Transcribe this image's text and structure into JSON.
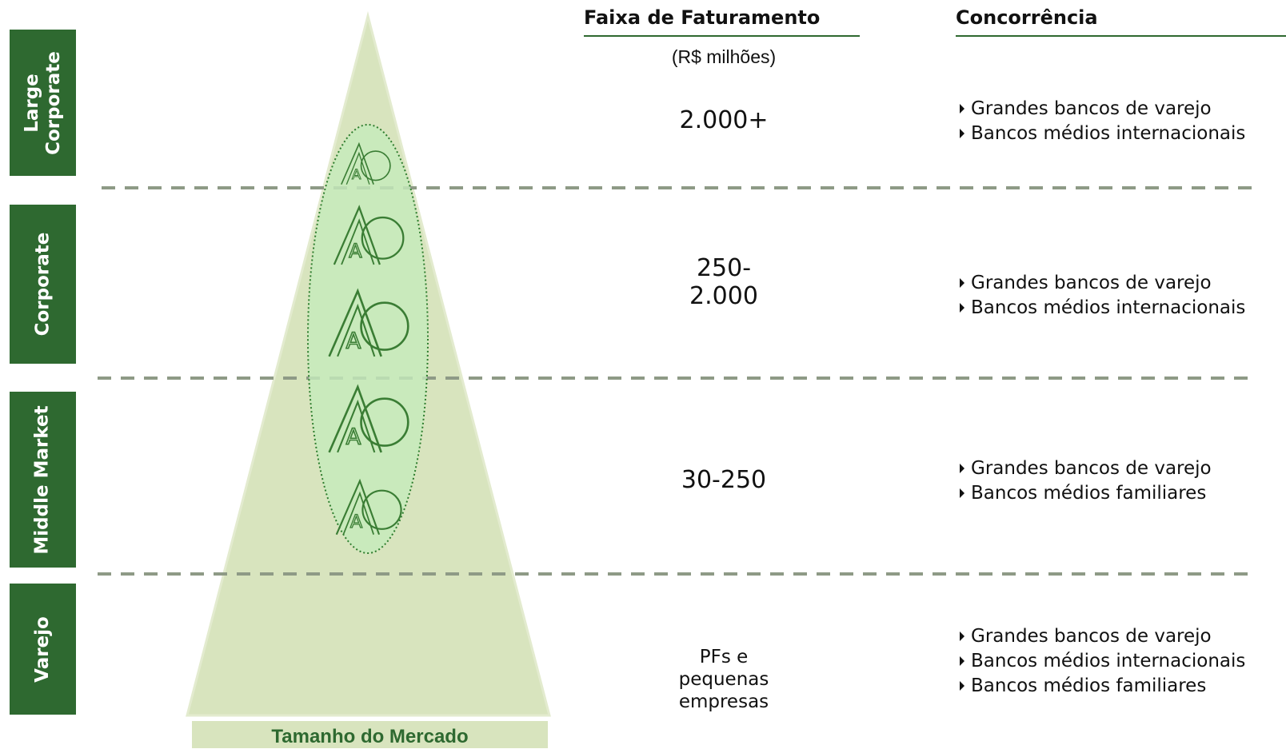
{
  "segments": [
    {
      "label": "Large Corporate"
    },
    {
      "label": "Corporate"
    },
    {
      "label": "Middle Market"
    },
    {
      "label": "Varejo"
    }
  ],
  "headers": {
    "revenue": "Faixa de Faturamento",
    "revenue_units": "(R$ milhões)",
    "competition": "Concorrência"
  },
  "ranges": [
    "2.000+",
    "250-\n2.000",
    "30-250",
    "PFs e\npequenas\nempresas"
  ],
  "competition": [
    [
      "Grandes bancos de varejo",
      "Bancos médios internacionais"
    ],
    [
      "Grandes bancos de varejo",
      "Bancos médios internacionais"
    ],
    [
      "Grandes bancos de varejo",
      "Bancos médios familiares"
    ],
    [
      "Grandes bancos de varejo",
      "Bancos médios internacionais",
      "Bancos médios familiares"
    ]
  ],
  "market_label": "Tamanho do Mercado",
  "logo_text": "A",
  "colors": {
    "segment_bg": "#2e6930",
    "pyramid": "#d8e4be",
    "ellipse": "#c6ebbb",
    "dashed": "#8e9a86",
    "logo_stroke": "#3a7d34"
  }
}
